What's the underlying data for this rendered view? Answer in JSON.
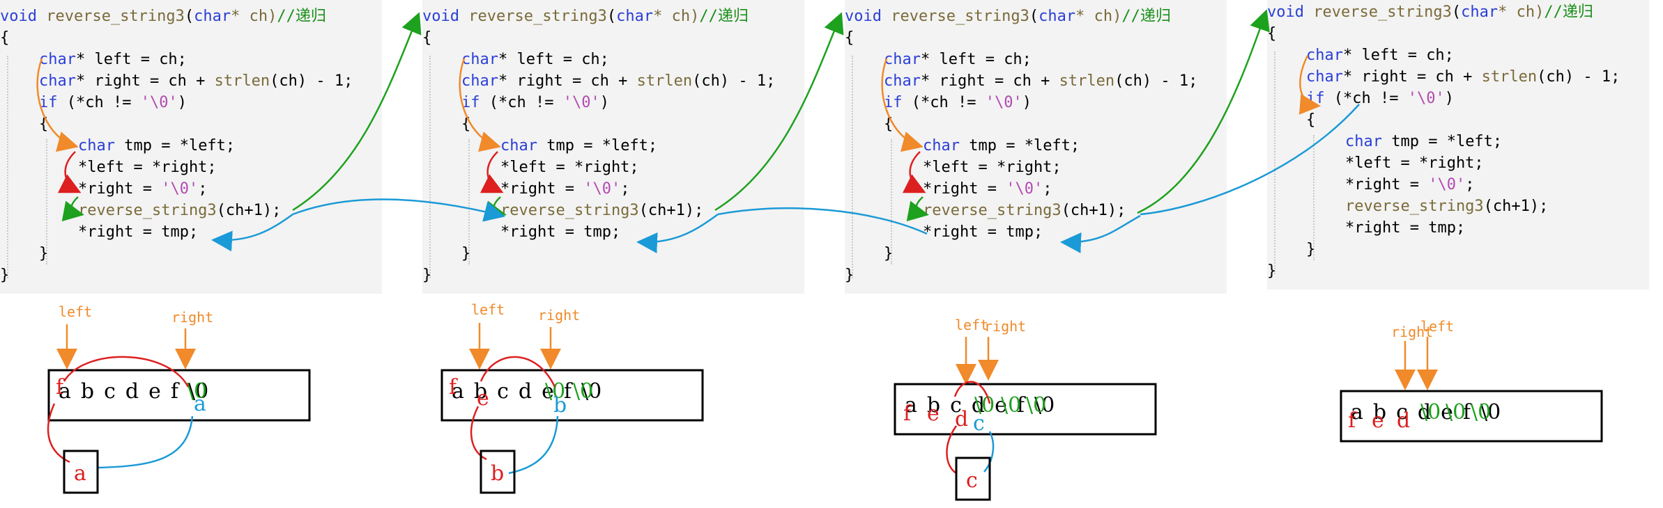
{
  "code": {
    "sig_void": "void",
    "sig_func": " reverse_string3",
    "sig_paren_open": "(",
    "sig_char": "char",
    "sig_ptr_param": "* ch)",
    "sig_comment": "//递归",
    "brace_open": "{",
    "brace_close": "}",
    "l1_type": "char",
    "l1_rest": "* left = ch;",
    "l2_type": "char",
    "l2_rest1": "* right = ch + ",
    "l2_fn": "strlen",
    "l2_rest2": "(ch) - 1;",
    "l3_if": "if",
    "l3_rest1": " (*ch != ",
    "l3_str": "'\\0'",
    "l3_rest2": ")",
    "l4_type": "char",
    "l4_rest": " tmp = *left;",
    "l5": "*left = *right;",
    "l6_rest": "*right = ",
    "l6_str": "'\\0'",
    "l6_end": ";",
    "l7_fn": "reverse_string3",
    "l7_rest": "(ch+1);",
    "l8": "*right = tmp;"
  },
  "diagrams": [
    {
      "left_label": "left",
      "right_label": "right",
      "box_chars": [
        "a",
        "b",
        "c",
        "d",
        "e",
        "f",
        "\\0"
      ],
      "overlay_red": [
        "f"
      ],
      "overlay_green": [
        "\\0"
      ],
      "overlay_blue": [
        "a"
      ],
      "tmp": "a"
    },
    {
      "left_label": "left",
      "right_label": "right",
      "box_chars": [
        "a",
        "b",
        "c",
        "d",
        "e",
        "f",
        "\\0"
      ],
      "overlay_red": [
        "f",
        "e"
      ],
      "overlay_green": [
        "\\0",
        "\\0"
      ],
      "overlay_blue": [
        "b"
      ],
      "tmp": "b"
    },
    {
      "left_label": "left",
      "right_label": "right",
      "box_chars": [
        "a",
        "b",
        "c",
        "d",
        "e",
        "f",
        "\\0"
      ],
      "overlay_red": [
        "f",
        "e",
        "d"
      ],
      "overlay_green": [
        "\\0",
        "\\0",
        "\\0"
      ],
      "overlay_blue": [
        "c"
      ],
      "tmp": "c"
    },
    {
      "left_label": "left",
      "right_label": "right",
      "box_chars": [
        "a",
        "b",
        "c",
        "d",
        "e",
        "f",
        "\\0"
      ],
      "overlay_red": [
        "f",
        "e",
        "d"
      ],
      "overlay_green": [
        "\\0",
        "\\0",
        "\\0"
      ],
      "overlay_blue": []
    }
  ],
  "colors": {
    "keyword": "#2b3fd6",
    "function": "#7a6a3a",
    "comment": "#1a8f1a",
    "string": "#b24ab2",
    "pointer_label": "#f08a2a",
    "red_arrow": "#dd1f1f",
    "green_arrow": "#1ea11e",
    "blue_arrow": "#1a9ad6"
  }
}
